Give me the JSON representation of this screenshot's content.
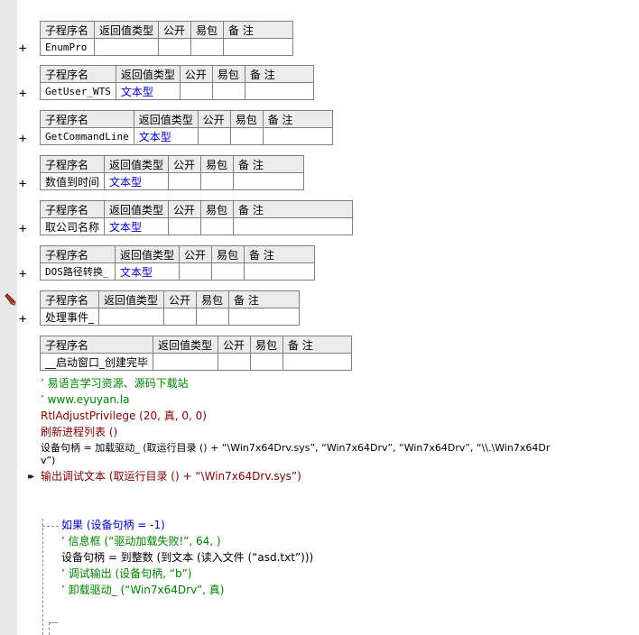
{
  "headers": {
    "name": "子程序名",
    "ret": "返回值类型",
    "pub": "公开",
    "pack": "易包",
    "note": "备 注"
  },
  "subs": [
    {
      "name": "EnumPro",
      "type": ""
    },
    {
      "name": "GetUser_WTS",
      "type": "文本型"
    },
    {
      "name": "GetCommandLine",
      "type": "文本型"
    },
    {
      "name": "数值到时间",
      "type": "文本型"
    },
    {
      "name": "取公司名称",
      "type": "文本型"
    },
    {
      "name": "DOS路径转换_",
      "type": "文本型"
    },
    {
      "name": "处理事件_",
      "type": ""
    },
    {
      "name": "__启动窗口_创建完毕",
      "type": ""
    }
  ],
  "gutter": {
    "plus": "+"
  },
  "code": {
    "comment1": "’ 易语言学习资源、源码下载站",
    "comment2": "’ www.eyuyan.la",
    "line3": "RtlAdjustPrivilege (20, 真, 0, 0)",
    "line4": "刷新进程列表 ()",
    "line5a": "设备句柄 = 加载驱动_ (取运行目录 () + “\\Win7x64Drv.sys”, “Win7x64Drv”, “Win7x64Drv”, “\\\\.\\Win7x64Dr",
    "line5b": "v”)",
    "line6": "输出调试文本 (取运行目录 () + “\\Win7x64Drv.sys”)",
    "if_line": "如果 (设备句柄 = -1)",
    "if_c1": "’ 信息框 (“驱动加载失败!”, 64, )",
    "if_l2": "设备句柄 = 到整数 (到文本 (读入文件 (“asd.txt”)))",
    "if_c3": "’ 调试输出 (设备句柄, “b”)",
    "if_c4": "’ 卸载驱动_ (“Win7x64Drv”, 真)"
  }
}
